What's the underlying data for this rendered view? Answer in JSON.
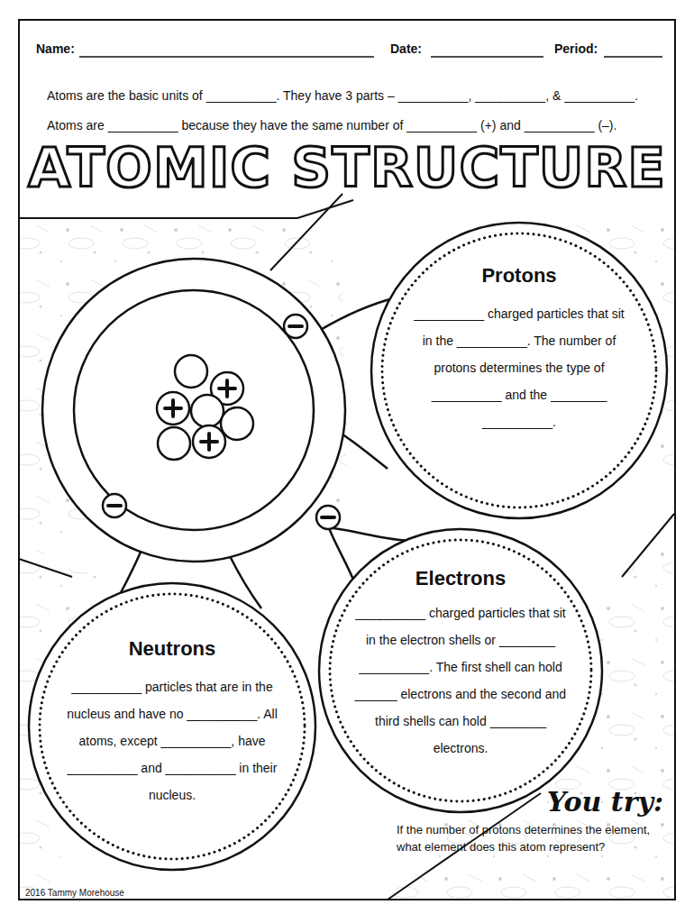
{
  "diagram": {
    "title": "ATOMIC STRUCTURE",
    "nodes": [
      {
        "text": [
          "Protons",
          "__________ charged particles that sit in the __________. The number of protons determines the type of __________ and the ________ __________."
        ]
      },
      {
        "text": [
          "Neutrons",
          "__________ particles that are in the nucleus and have no __________. All atoms, except __________, have __________ and __________ in their nucleus."
        ]
      },
      {
        "text": [
          "Electrons",
          "__________ charged particles that sit in the electron shells or ________ __________. The first shell can hold ______ electrons and the second and third shells can hold ________ electrons."
        ]
      },
      {
        "text": [
          "You try:",
          "If the number of protons determines the element, what element does this atom represent?"
        ]
      }
    ],
    "labels": [
      "Name:",
      "Date:",
      "Period:",
      "Atoms are the basic units of __________. They have 3 parts – __________, __________, & __________.",
      "Atoms are __________ because they have the same number of __________ (+) and __________ (–).",
      "2016 Tammy Morehouse"
    ]
  }
}
